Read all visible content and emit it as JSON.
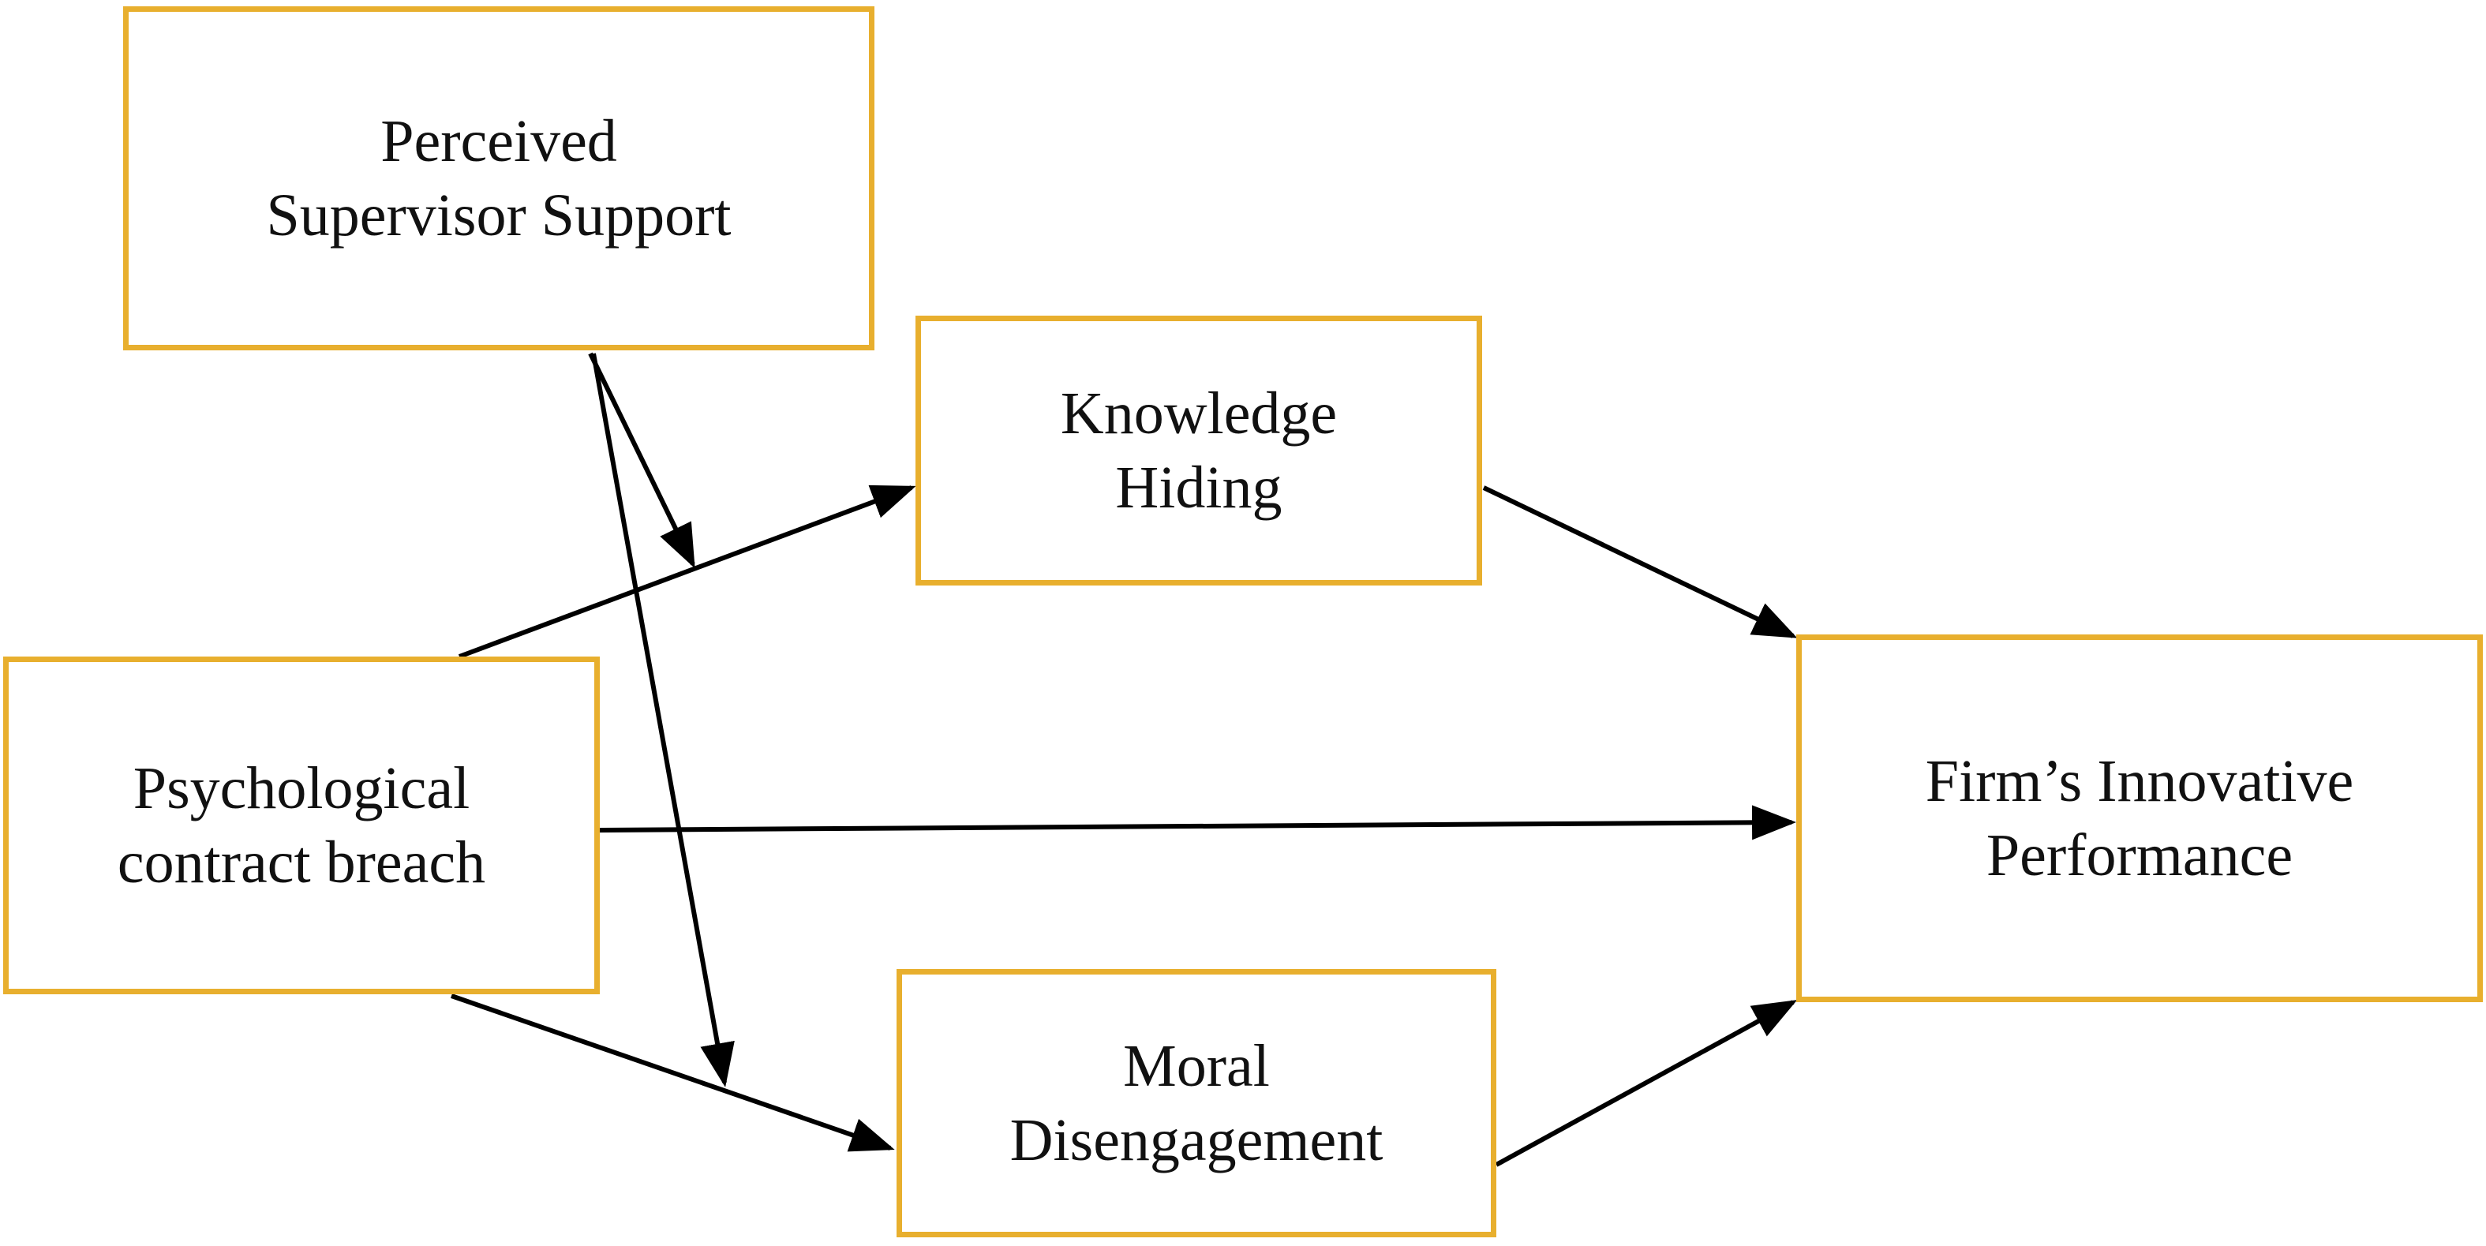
{
  "colors": {
    "box_border": "#E8AF2E",
    "arrow": "#000000",
    "text": "#111111",
    "background": "#ffffff"
  },
  "nodes": [
    {
      "id": "pss",
      "lines": [
        "Perceived",
        "Supervisor Support"
      ]
    },
    {
      "id": "kh",
      "lines": [
        "Knowledge",
        "Hiding"
      ]
    },
    {
      "id": "pcb",
      "lines": [
        "Psychological",
        "contract breach"
      ]
    },
    {
      "id": "md",
      "lines": [
        "Moral",
        "Disengagement"
      ]
    },
    {
      "id": "fip",
      "lines": [
        "Firm’s Innovative",
        "Performance"
      ]
    }
  ],
  "edges": [
    {
      "from": "pcb",
      "to": "kh",
      "type": "direct"
    },
    {
      "from": "pcb",
      "to": "fip",
      "type": "direct"
    },
    {
      "from": "pcb",
      "to": "md",
      "type": "direct"
    },
    {
      "from": "kh",
      "to": "fip",
      "type": "direct"
    },
    {
      "from": "md",
      "to": "fip",
      "type": "direct"
    },
    {
      "from": "pss",
      "to": "pcb→kh",
      "type": "moderation"
    },
    {
      "from": "pss",
      "to": "pcb→md",
      "type": "moderation"
    }
  ]
}
